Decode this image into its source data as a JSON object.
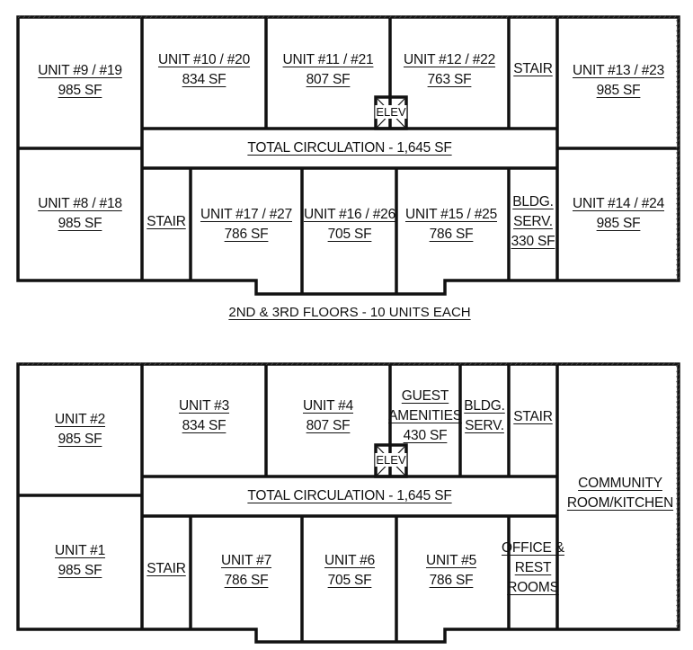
{
  "floor_upper": {
    "caption": "2ND & 3RD FLOORS - 10 UNITS EACH",
    "circulation": "TOTAL CIRCULATION - 1,645 SF",
    "elev": "ELEV",
    "units": {
      "u9": {
        "name": "UNIT #9 / #19",
        "area": "985 SF"
      },
      "u10": {
        "name": "UNIT #10 / #20",
        "area": "834 SF"
      },
      "u11": {
        "name": "UNIT #11 / #21",
        "area": "807 SF"
      },
      "u12": {
        "name": "UNIT #12 / #22",
        "area": "763 SF"
      },
      "u13": {
        "name": "UNIT #13 / #23",
        "area": "985 SF"
      },
      "u8": {
        "name": "UNIT #8 / #18",
        "area": "985 SF"
      },
      "u17": {
        "name": "UNIT #17 / #27",
        "area": "786 SF"
      },
      "u16": {
        "name": "UNIT #16 / #26",
        "area": "705 SF"
      },
      "u15": {
        "name": "UNIT #15 / #25",
        "area": "786 SF"
      },
      "u14": {
        "name": "UNIT #14 / #24",
        "area": "985 SF"
      }
    },
    "stair_top": "STAIR",
    "stair_bottom": "STAIR",
    "bldg": {
      "l1": "BLDG.",
      "l2": "SERV.",
      "l3": "330 SF"
    }
  },
  "floor_ground": {
    "circulation": "TOTAL CIRCULATION - 1,645 SF",
    "elev": "ELEV",
    "units": {
      "u2": {
        "name": "UNIT #2",
        "area": "985 SF"
      },
      "u3": {
        "name": "UNIT #3",
        "area": "834 SF"
      },
      "u4": {
        "name": "UNIT #4",
        "area": "807 SF"
      },
      "u1": {
        "name": "UNIT #1",
        "area": "985 SF"
      },
      "u7": {
        "name": "UNIT #7",
        "area": "786 SF"
      },
      "u6": {
        "name": "UNIT #6",
        "area": "705 SF"
      },
      "u5": {
        "name": "UNIT #5",
        "area": "786 SF"
      }
    },
    "guest": {
      "l1": "GUEST",
      "l2": "AMENITIES",
      "l3": "430 SF"
    },
    "bldg": {
      "l1": "BLDG.",
      "l2": "SERV."
    },
    "stair_top": "STAIR",
    "stair_bottom": "STAIR",
    "community": {
      "l1": "COMMUNITY",
      "l2": "ROOM/KITCHEN"
    },
    "office": {
      "l1": "OFFICE &",
      "l2": "REST",
      "l3": "ROOMS"
    }
  }
}
